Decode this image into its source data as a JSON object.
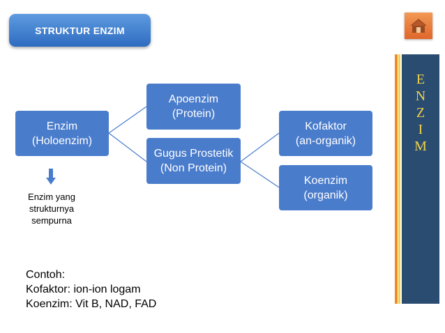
{
  "title": "STRUKTUR ENZIM",
  "home_icon": "home-icon",
  "side_letters": [
    "E",
    "N",
    "Z",
    "I",
    "M"
  ],
  "nodes": {
    "enzim": {
      "line1": "Enzim",
      "line2": "(Holoenzim)"
    },
    "apoenzim": {
      "line1": "Apoenzim",
      "line2": "(Protein)"
    },
    "gugus": {
      "line1": "Gugus Prostetik",
      "line2": "(Non Protein)"
    },
    "kofaktor": {
      "line1": "Kofaktor",
      "line2": "(an-organik)"
    },
    "koenzim": {
      "line1": "Koenzim",
      "line2": "(organik)"
    }
  },
  "note": {
    "line1": "Enzim yang",
    "line2": "strukturnya",
    "line3": "sempurna"
  },
  "example": {
    "line1": "Contoh:",
    "line2": "Kofaktor: ion-ion logam",
    "line3": "Koenzim: Vit B, NAD, FAD"
  },
  "colors": {
    "node": "#4a7ccc",
    "title": "#3b7bd0",
    "home": "#e8773a",
    "side_panel": "#2b4c71",
    "side_letters": "#f0d24a"
  }
}
